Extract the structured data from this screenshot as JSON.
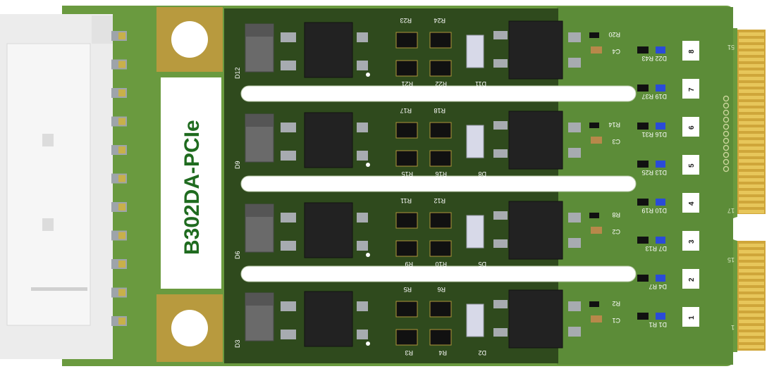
{
  "board": {
    "label": "B302DA-PCIe",
    "colors": {
      "pcb_outer": "#6a9a3f",
      "pcb_inner": "#2f4a1d",
      "gold": "#d8b13a",
      "connector": "#ececec",
      "chip": "#222222",
      "white_silk": "#ffffff"
    }
  },
  "components": {
    "diodes_left": [
      "D12",
      "D9",
      "D6",
      "D3"
    ],
    "resistors_top": [
      [
        "R23",
        "R24"
      ],
      [
        "R17",
        "R18"
      ],
      [
        "R11",
        "R12"
      ],
      [
        "R5",
        "R6"
      ]
    ],
    "resistors_bottom": [
      [
        "R21",
        "R22"
      ],
      [
        "R15",
        "R16"
      ],
      [
        "R9",
        "R10"
      ],
      [
        "R3",
        "R4"
      ]
    ],
    "diodes_mid": [
      "D11",
      "D8",
      "D5",
      "D2"
    ],
    "resistors_right": [
      "R20",
      "R14",
      "R8",
      "R2"
    ],
    "capacitors": [
      "C4",
      "C3",
      "C2",
      "C1"
    ],
    "led_labels": [
      "D22 R43",
      "D19 R37",
      "D16 R31",
      "D13 R25",
      "D10 R19",
      "D7 R13",
      "D4 R7",
      "D1 R1"
    ],
    "channel_numbers": [
      "8",
      "7",
      "6",
      "5",
      "4",
      "3",
      "2",
      "1"
    ]
  },
  "edge_connector": {
    "pin_labels": [
      "51",
      "17",
      "15",
      "1"
    ]
  }
}
